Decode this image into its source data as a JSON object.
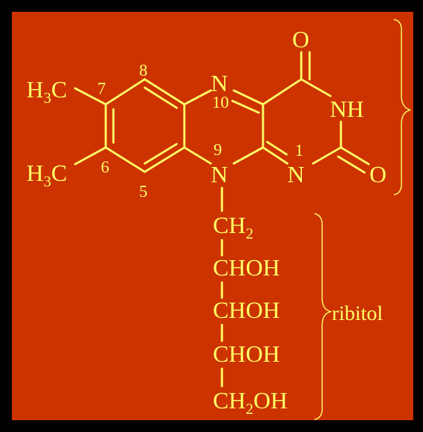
{
  "colors": {
    "background": "#cc3300",
    "border": "#000000",
    "foreground": "#ffff66"
  },
  "molecule": {
    "substituents": {
      "methyl_top": {
        "main": "H",
        "sub": "3",
        "tail": "C"
      },
      "methyl_bottom": {
        "main": "H",
        "sub": "3",
        "tail": "C"
      }
    },
    "ring_atoms": {
      "n10": "N",
      "n9": "N",
      "n1": "N",
      "nh": "NH",
      "o_top": "O",
      "o_right": "O"
    },
    "position_numbers": {
      "p7": "7",
      "p6": "6",
      "p8": "8",
      "p5": "5",
      "p10": "10",
      "p9": "9",
      "p1": "1"
    },
    "side_chain": {
      "ch2": {
        "main": "CH",
        "sub": "2"
      },
      "chohs": [
        "CHOH",
        "CHOH",
        "CHOH"
      ],
      "ch2oh": {
        "main": "CH",
        "sub": "2",
        "tail": "OH"
      }
    },
    "labels": {
      "ribitol": "ribitol"
    }
  }
}
